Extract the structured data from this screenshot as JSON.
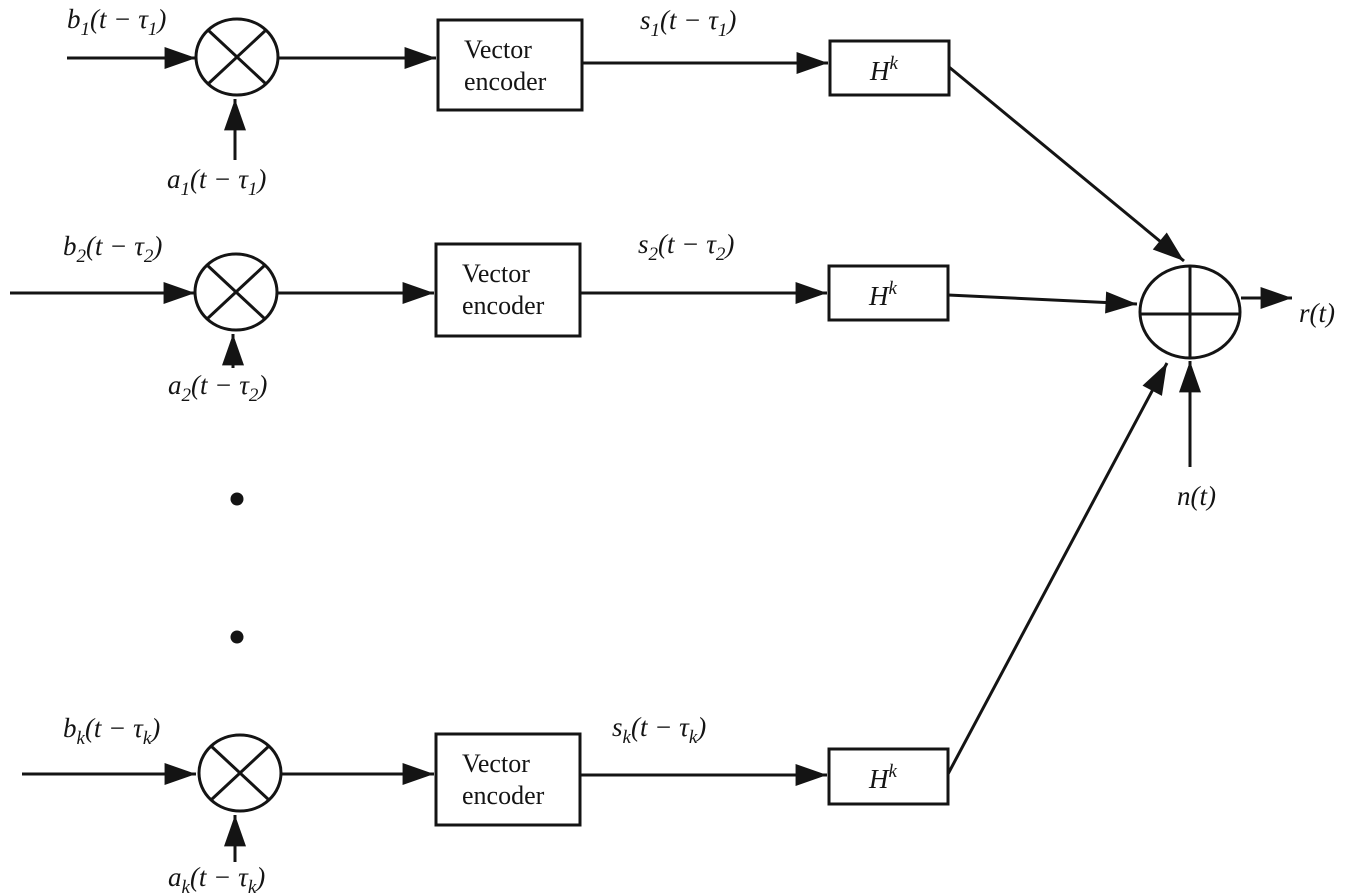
{
  "ink_color": "#141414",
  "background_color": "#ffffff",
  "encoder": {
    "line1": "Vector",
    "line2": "encoder"
  },
  "rows": [
    {
      "branch": "1",
      "b": {
        "v": "b",
        "s": "1",
        "m": "(t − τ",
        "s2": "1",
        "e": ")"
      },
      "a": {
        "v": "a",
        "s": "1",
        "m": "(t − τ",
        "s2": "1",
        "e": ")"
      },
      "s": {
        "v": "s",
        "s": "1",
        "m": "(t − τ",
        "s2": "1",
        "e": ")"
      },
      "h": {
        "v": "H",
        "sup": "k"
      }
    },
    {
      "branch": "2",
      "b": {
        "v": "b",
        "s": "2",
        "m": "(t − τ",
        "s2": "2",
        "e": ")"
      },
      "a": {
        "v": "a",
        "s": "2",
        "m": "(t − τ",
        "s2": "2",
        "e": ")"
      },
      "s": {
        "v": "s",
        "s": "2",
        "m": "(t − τ",
        "s2": "2",
        "e": ")"
      },
      "h": {
        "v": "H",
        "sup": "k"
      }
    },
    {
      "branch": "k",
      "b": {
        "v": "b",
        "s": "k",
        "m": "(t − τ",
        "s2": "k",
        "e": ")"
      },
      "a": {
        "v": "a",
        "s": "k",
        "m": "(t − τ",
        "s2": "k",
        "e": ")"
      },
      "s": {
        "v": "s",
        "s": "k",
        "m": "(t − τ",
        "s2": "k",
        "e": ")"
      },
      "h": {
        "v": "H",
        "sup": "k"
      }
    }
  ],
  "sum": {
    "output_label": "r(t)",
    "noise_label": "n(t)"
  },
  "continuation_dots": 2
}
